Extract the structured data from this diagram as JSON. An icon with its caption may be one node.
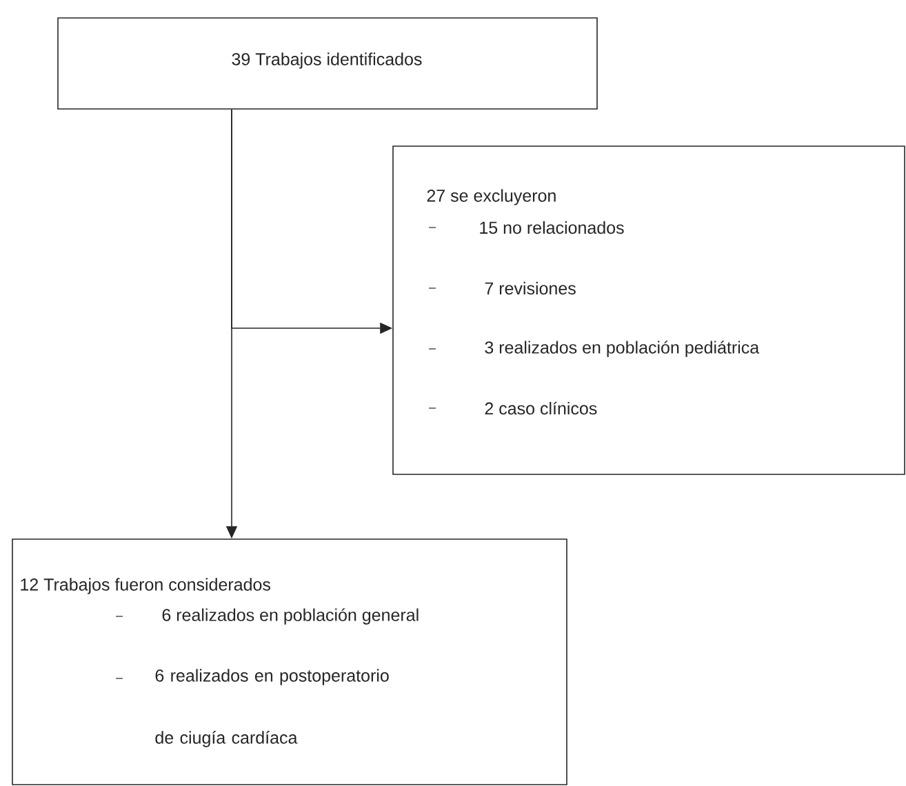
{
  "diagram": {
    "nodes": [
      {
        "text": [
          "39 Trabajos identificados"
        ]
      },
      {
        "text": [
          "27 se excluyeron",
          "15 no relacionados",
          "7 revisiones",
          "3 realizados en población pediátrica",
          "2 caso clínicos"
        ]
      },
      {
        "text": [
          "12 Trabajos fueron considerados",
          "6 realizados en población general",
          "6 realizados en postoperatorio de ciugía cardíaca"
        ]
      }
    ],
    "edges": [
      {
        "from": 0,
        "to": 1,
        "arrow": "to"
      },
      {
        "from": 0,
        "to": 2,
        "arrow": "to"
      }
    ]
  }
}
